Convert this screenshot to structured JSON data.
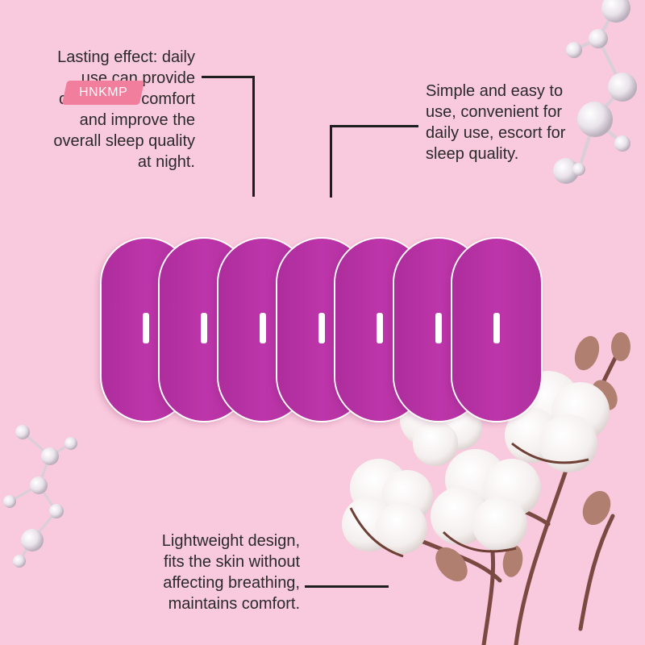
{
  "brand": {
    "logo_text": "HNKMP",
    "logo_color": "#f07e9c"
  },
  "captions": {
    "top_left": "Lasting effect: daily\nuse can provide\ncontinuous comfort\nand improve the\noverall sleep quality\nat night.",
    "top_right": "Simple and easy to\nuse, convenient for\ndaily use, escort for\nsleep quality.",
    "bottom": "Lightweight design,\nfits the skin without\naffecting breathing,\nmaintains comfort."
  },
  "product": {
    "strip_count": 7,
    "strip_color": "#b8339f"
  },
  "colors": {
    "background": "#f9c9dd",
    "text": "#2a2a2a"
  },
  "icons": {
    "molecule": "molecule-icon",
    "cotton": "cotton-flower-icon",
    "strip": "mouth-tape-strip-icon"
  }
}
